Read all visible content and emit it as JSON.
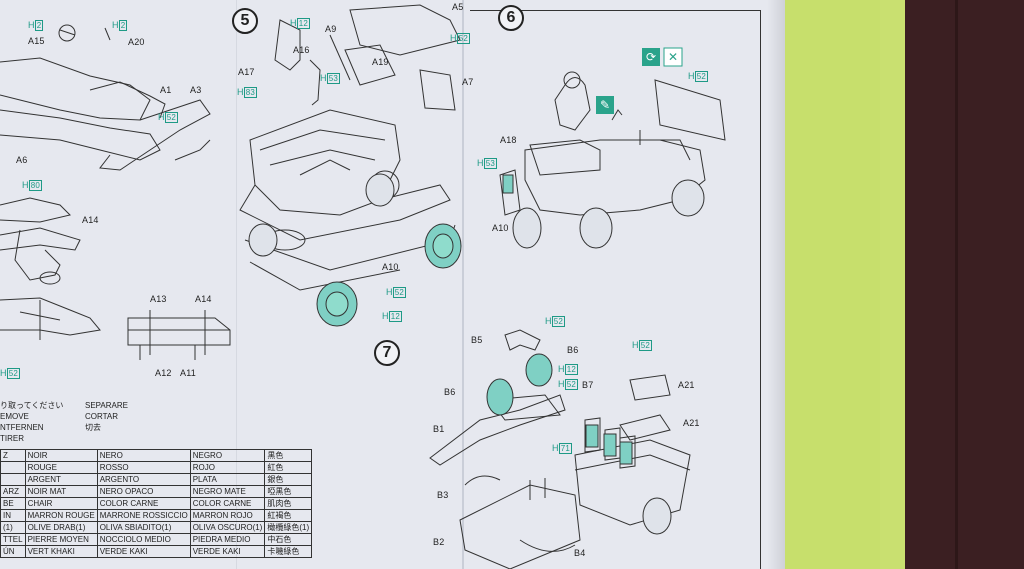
{
  "steps": [
    "5",
    "6",
    "7"
  ],
  "labels": {
    "h2a": "2",
    "h2b": "2",
    "a15": "A15",
    "a20": "A20",
    "a1": "A1",
    "a3": "A3",
    "h52a": "52",
    "a6": "A6",
    "h80": "80",
    "a14a": "A14",
    "a13": "A13",
    "a14b": "A14",
    "a12": "A12",
    "a11": "A11",
    "h52b": "52",
    "h12a": "12",
    "a9": "A9",
    "a5": "A5",
    "h52c": "52",
    "a16": "A16",
    "a19": "A19",
    "a17": "A17",
    "h53": "53",
    "h83": "83",
    "a7": "A7",
    "a10a": "A10",
    "h52d": "52",
    "h12b": "12",
    "h52e": "52",
    "a18": "A18",
    "h53b": "53",
    "a10b": "A10",
    "h52f": "52",
    "b5": "B5",
    "b6a": "B6",
    "h12c": "12",
    "h52g": "52",
    "b6b": "B6",
    "b1": "B1",
    "b7": "B7",
    "h71": "71",
    "h52h": "52",
    "a21a": "A21",
    "a21b": "A21",
    "b3": "B3",
    "b2": "B2",
    "b4": "B4"
  },
  "legend": {
    "lines": [
      "り取ってください",
      "EMOVE",
      "NTFERNEN",
      "TIRER"
    ],
    "lines2": [
      "SEPARARE",
      "CORTAR",
      "切去",
      ""
    ]
  },
  "color_table": [
    [
      "Z",
      "NOIR",
      "NERO",
      "NEGRO",
      "黒色"
    ],
    [
      "",
      "ROUGE",
      "ROSSO",
      "ROJO",
      "紅色"
    ],
    [
      "",
      "ARGENT",
      "ARGENTO",
      "PLATA",
      "銀色"
    ],
    [
      "ARZ",
      "NOIR MAT",
      "NERO OPACO",
      "NEGRO MATE",
      "啞黒色"
    ],
    [
      "BE",
      "CHAIR",
      "COLOR CARNE",
      "COLOR CARNE",
      "肌肉色"
    ],
    [
      "IN",
      "MARRON ROUGE",
      "MARRONE ROSSICCIO",
      "MARRON ROJO",
      "紅褐色"
    ],
    [
      "(1)",
      "OLIVE DRAB(1)",
      "OLIVA SBIADITO(1)",
      "OLIVA OSCURO(1)",
      "橄欖綠色(1)"
    ],
    [
      "TTEL",
      "PIERRE MOYEN",
      "NOCCIOLO MEDIO",
      "PIEDRA MEDIO",
      "中石色"
    ],
    [
      "ÚN",
      "VERT KHAKI",
      "VERDE KAKI",
      "VERDE KAKI",
      "卡嘰綠色"
    ]
  ],
  "colors": {
    "accent_teal": "#7fd0c4",
    "paper": "#e6e8ef",
    "mat_green": "#c7df6c",
    "dark_bg": "#3b1f22"
  }
}
